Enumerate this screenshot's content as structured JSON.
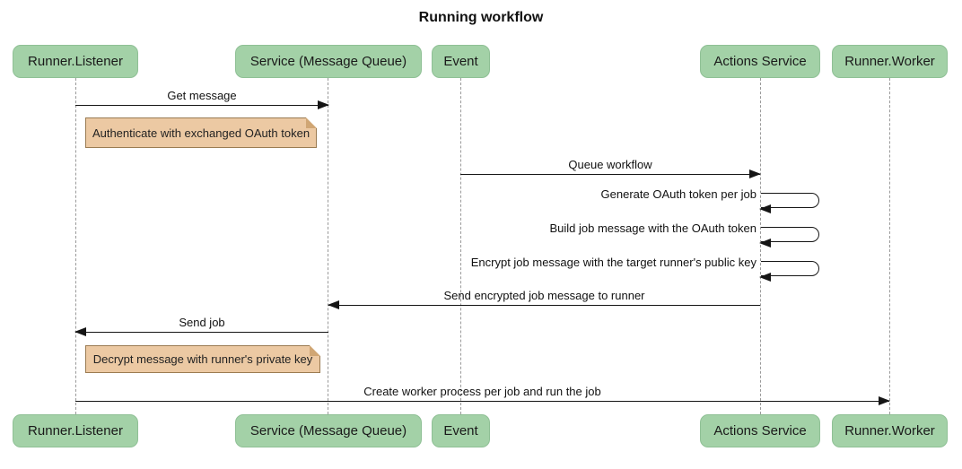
{
  "title": "Running workflow",
  "actors": [
    {
      "label": "Runner.Listener"
    },
    {
      "label": "Service (Message Queue)"
    },
    {
      "label": "Event"
    },
    {
      "label": "Actions Service"
    },
    {
      "label": "Runner.Worker"
    }
  ],
  "messages": [
    {
      "label": "Get message",
      "from": "Runner.Listener",
      "to": "Service (Message Queue)",
      "direction": "right"
    },
    {
      "label": "Queue workflow",
      "from": "Event",
      "to": "Actions Service",
      "direction": "right"
    },
    {
      "label": "Generate OAuth token per job",
      "from": "Actions Service",
      "to": "Actions Service",
      "direction": "self"
    },
    {
      "label": "Build job message with the OAuth token",
      "from": "Actions Service",
      "to": "Actions Service",
      "direction": "self"
    },
    {
      "label": "Encrypt job message with the target runner's public key",
      "from": "Actions Service",
      "to": "Actions Service",
      "direction": "self"
    },
    {
      "label": "Send encrypted job message to runner",
      "from": "Actions Service",
      "to": "Service (Message Queue)",
      "direction": "left"
    },
    {
      "label": "Send job",
      "from": "Service (Message Queue)",
      "to": "Runner.Listener",
      "direction": "left"
    },
    {
      "label": "Create worker process per job and run the job",
      "from": "Runner.Listener",
      "to": "Runner.Worker",
      "direction": "right"
    }
  ],
  "notes": [
    {
      "label": "Authenticate with exchanged OAuth token",
      "over": "Runner.Listener"
    },
    {
      "label": "Decrypt message with runner's private key",
      "over": "Runner.Listener"
    }
  ],
  "colors": {
    "actor_fill": "#a3d1a7",
    "actor_border": "#8fc095",
    "note_fill": "#ecc9a3",
    "note_border": "#9a7b52",
    "line": "#151515",
    "lifeline": "#9a9a9a",
    "background": "#ffffff",
    "text": "#111111"
  }
}
